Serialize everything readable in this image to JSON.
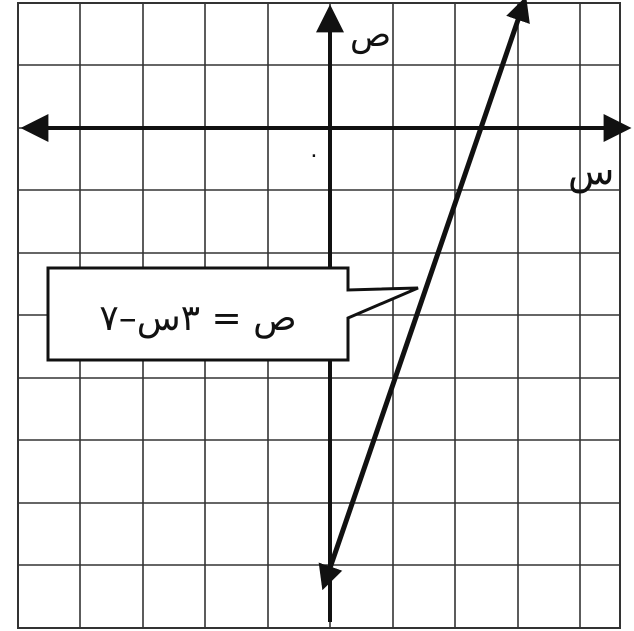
{
  "chart_data": {
    "type": "line",
    "x_axis_label": "س",
    "y_axis_label": "ص",
    "origin_label": "٠",
    "xlim": [
      -5,
      5
    ],
    "ylim": [
      -7,
      2
    ],
    "grid": true,
    "series": [
      {
        "points": [
          [
            0,
            -7
          ],
          [
            3,
            2
          ]
        ]
      }
    ],
    "annotation": {
      "text": "ص = ٣س–٧",
      "points_to": [
        1.5,
        -2.5
      ]
    }
  },
  "colors": {
    "ink": "#111111",
    "grid": "#333333",
    "background": "#ffffff"
  }
}
